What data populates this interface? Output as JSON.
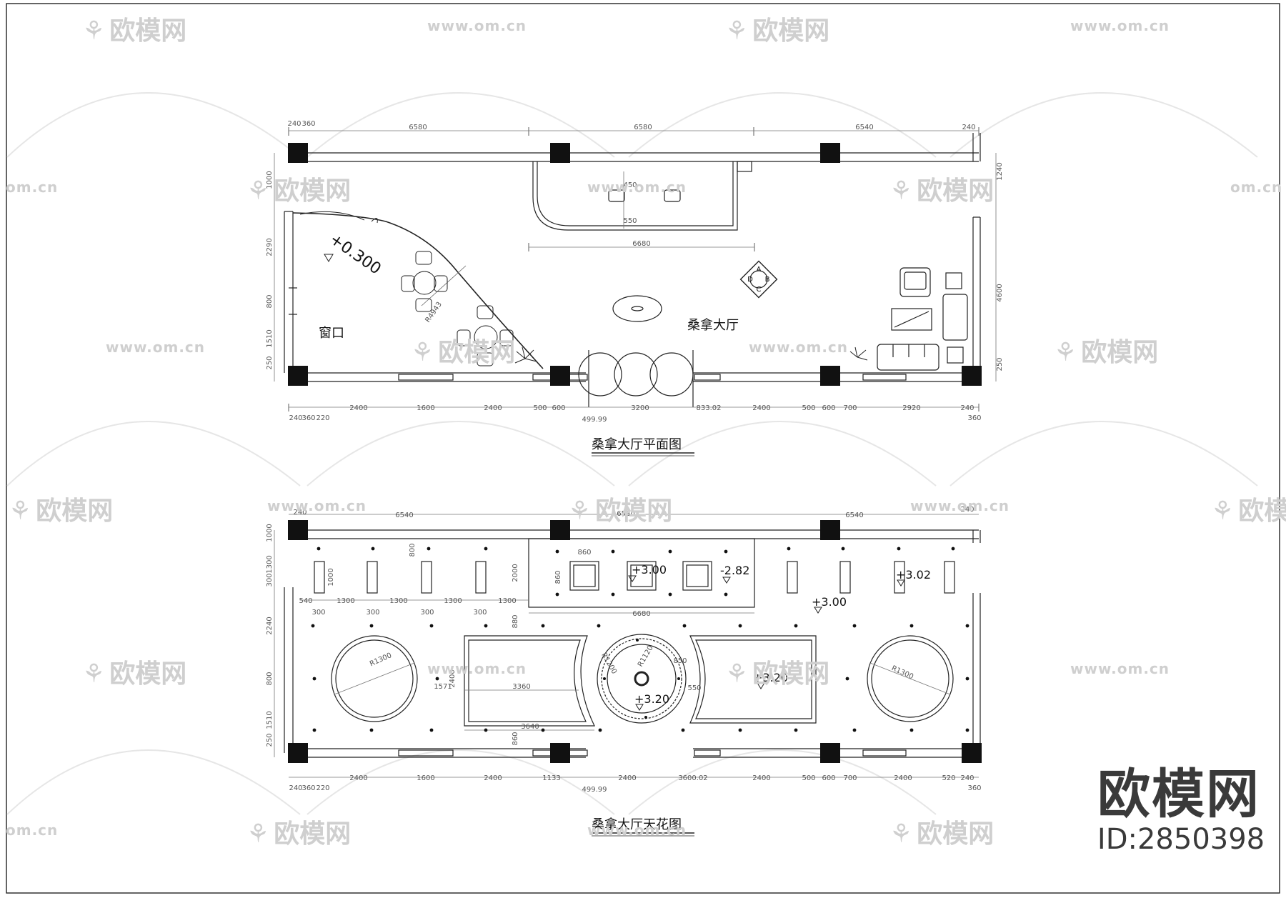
{
  "plan": {
    "title": "桑拿大厅平面图",
    "room_label": "桑拿大厅",
    "window_label": "窗口",
    "level": "+0.300",
    "radius": "R4943",
    "compass": [
      "A",
      "B",
      "C",
      "D"
    ],
    "dims_top": [
      "240",
      "360",
      "6580",
      "6580",
      "6540",
      "240"
    ],
    "dims_bottom": [
      "2400",
      "1600",
      "2400",
      "500",
      "600",
      "3200",
      "833.02",
      "2400",
      "500",
      "600",
      "700",
      "2920",
      "240"
    ],
    "dims_bottom_2": [
      "240",
      "360",
      "220",
      "499.99",
      "360"
    ],
    "dims_left": [
      "1000",
      "2290",
      "800",
      "1510",
      "250"
    ],
    "dims_right": [
      "1240",
      "4600",
      "250"
    ],
    "dims_bar": [
      "450",
      "550",
      "6680"
    ]
  },
  "ceiling": {
    "title": "桑拿大厅天花图",
    "levels": [
      "+3.00",
      "-2.82",
      "+3.02",
      "+3.00",
      "+3.20",
      "+3.20"
    ],
    "radii": [
      "R1300",
      "R1120",
      "R1200",
      "R1300"
    ],
    "dims_top": [
      "240",
      "6540",
      "6580",
      "6540",
      "240"
    ],
    "dims_spots": [
      "540",
      "300",
      "1300",
      "300",
      "1300",
      "300",
      "1300",
      "300",
      "1300"
    ],
    "dims_bar": [
      "860",
      "860",
      "2000",
      "6680",
      "800",
      "1000"
    ],
    "dims_mid": [
      "2400",
      "1571",
      "3360",
      "3640",
      "860",
      "550",
      "880",
      "850"
    ],
    "dims_bottom": [
      "2400",
      "1600",
      "2400",
      "1133",
      "2400",
      "3600.02",
      "2400",
      "500",
      "600",
      "700",
      "2400",
      "520",
      "240"
    ],
    "dims_bottom_2": [
      "240",
      "360",
      "220",
      "499.99",
      "360"
    ],
    "dims_left": [
      "1000",
      "1300",
      "300",
      "2240",
      "800",
      "1510",
      "250"
    ]
  },
  "brand": {
    "name": "欧模网",
    "id": "ID:2850398"
  },
  "watermark": {
    "logo": "欧模网",
    "url": "www.om.cn",
    "url_short": "om.cn"
  }
}
